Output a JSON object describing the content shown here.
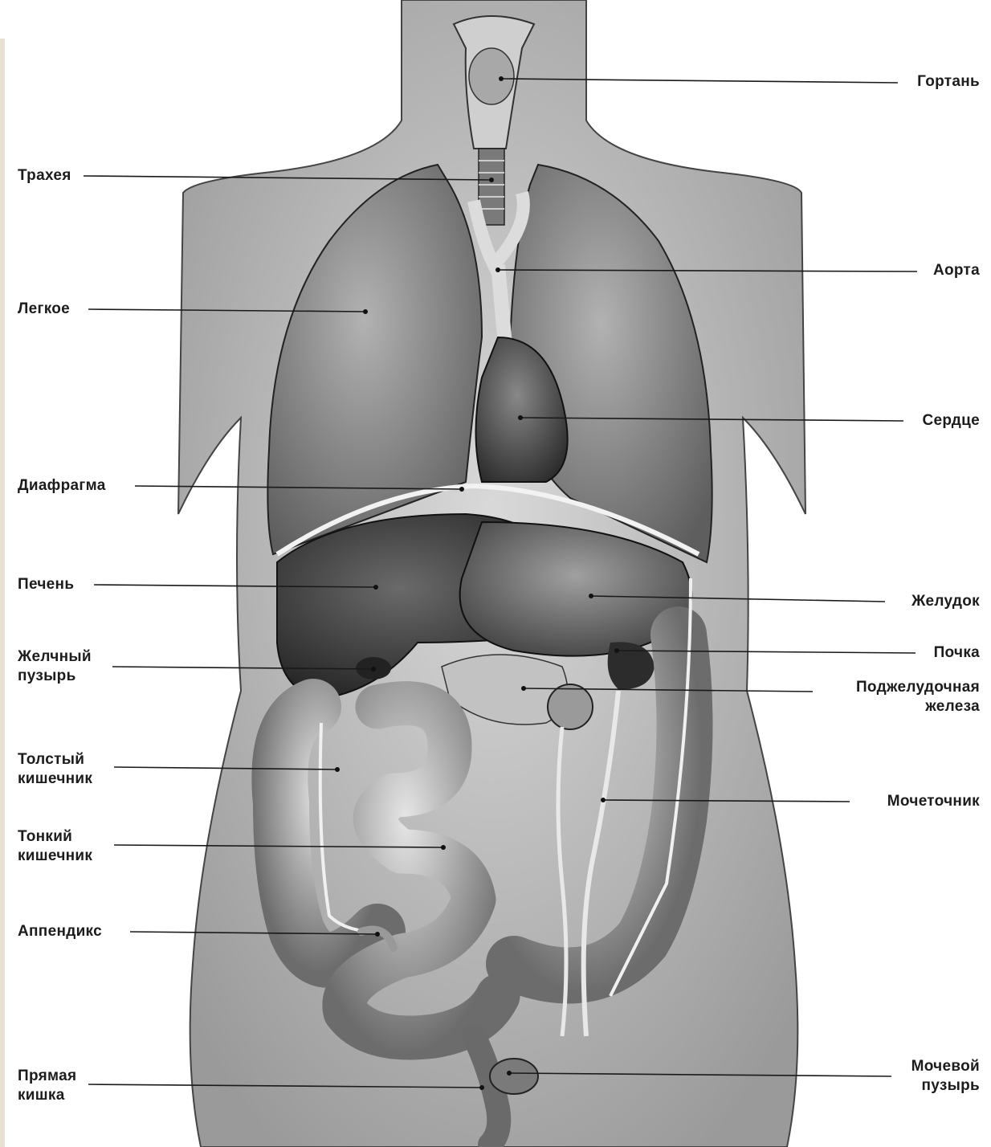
{
  "labels": {
    "larynx": "Гортань",
    "trachea": "Трахея",
    "aorta": "Аорта",
    "lung": "Легкое",
    "heart": "Сердце",
    "diaphragm": "Диафрагма",
    "liver": "Печень",
    "stomach": "Желудок",
    "gallbladder_1": "Желчный",
    "gallbladder_2": "пузырь",
    "kidney": "Почка",
    "pancreas_1": "Поджелудочная",
    "pancreas_2": "железа",
    "colon_1": "Толстый",
    "colon_2": "кишечник",
    "ureter": "Мочеточник",
    "small_intestine_1": "Тонкий",
    "small_intestine_2": "кишечник",
    "appendix": "Аппендикс",
    "rectum_1": "Прямая",
    "rectum_2": "кишка",
    "bladder_1": "Мочевой",
    "bladder_2": "пузырь"
  },
  "colors": {
    "background": "#ffffff",
    "body": "#bdbdbd",
    "organ_dark": "#3a3a3a",
    "lung": "#8e8e8e",
    "text": "#1c1c1c"
  }
}
